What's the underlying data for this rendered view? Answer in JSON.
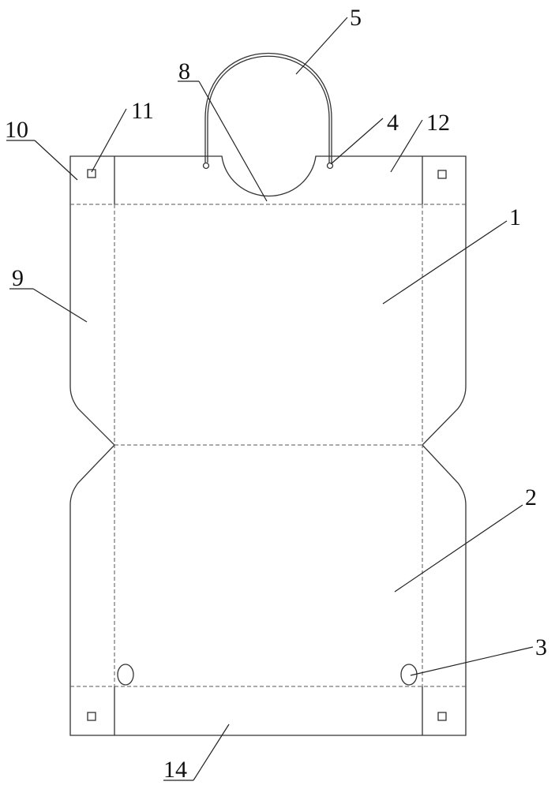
{
  "figure": {
    "labels": {
      "panel_front": "1",
      "panel_back": "2",
      "bottom_hole": "3",
      "handle_hole": "4",
      "handle": "5",
      "notch": "8",
      "side_flap": "9",
      "corner_flap": "10",
      "square_hole": "11",
      "top_flap": "12",
      "bottom_flap": "14"
    }
  }
}
